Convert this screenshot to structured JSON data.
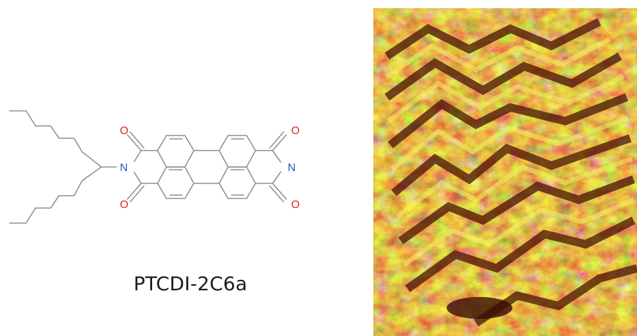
{
  "molecule": {
    "name": "PTCDI-2C6a",
    "atom_labels": {
      "oxygen": "O",
      "nitrogen": "N"
    },
    "colors": {
      "bond": "#8e8e8e",
      "oxygen": "#e0242c",
      "nitrogen": "#2b50b8"
    }
  },
  "stm_image": {
    "colormap": [
      "#3b0f06",
      "#7a2a0a",
      "#b8620f",
      "#d9a416",
      "#eef04a",
      "#fbfd9a"
    ]
  }
}
